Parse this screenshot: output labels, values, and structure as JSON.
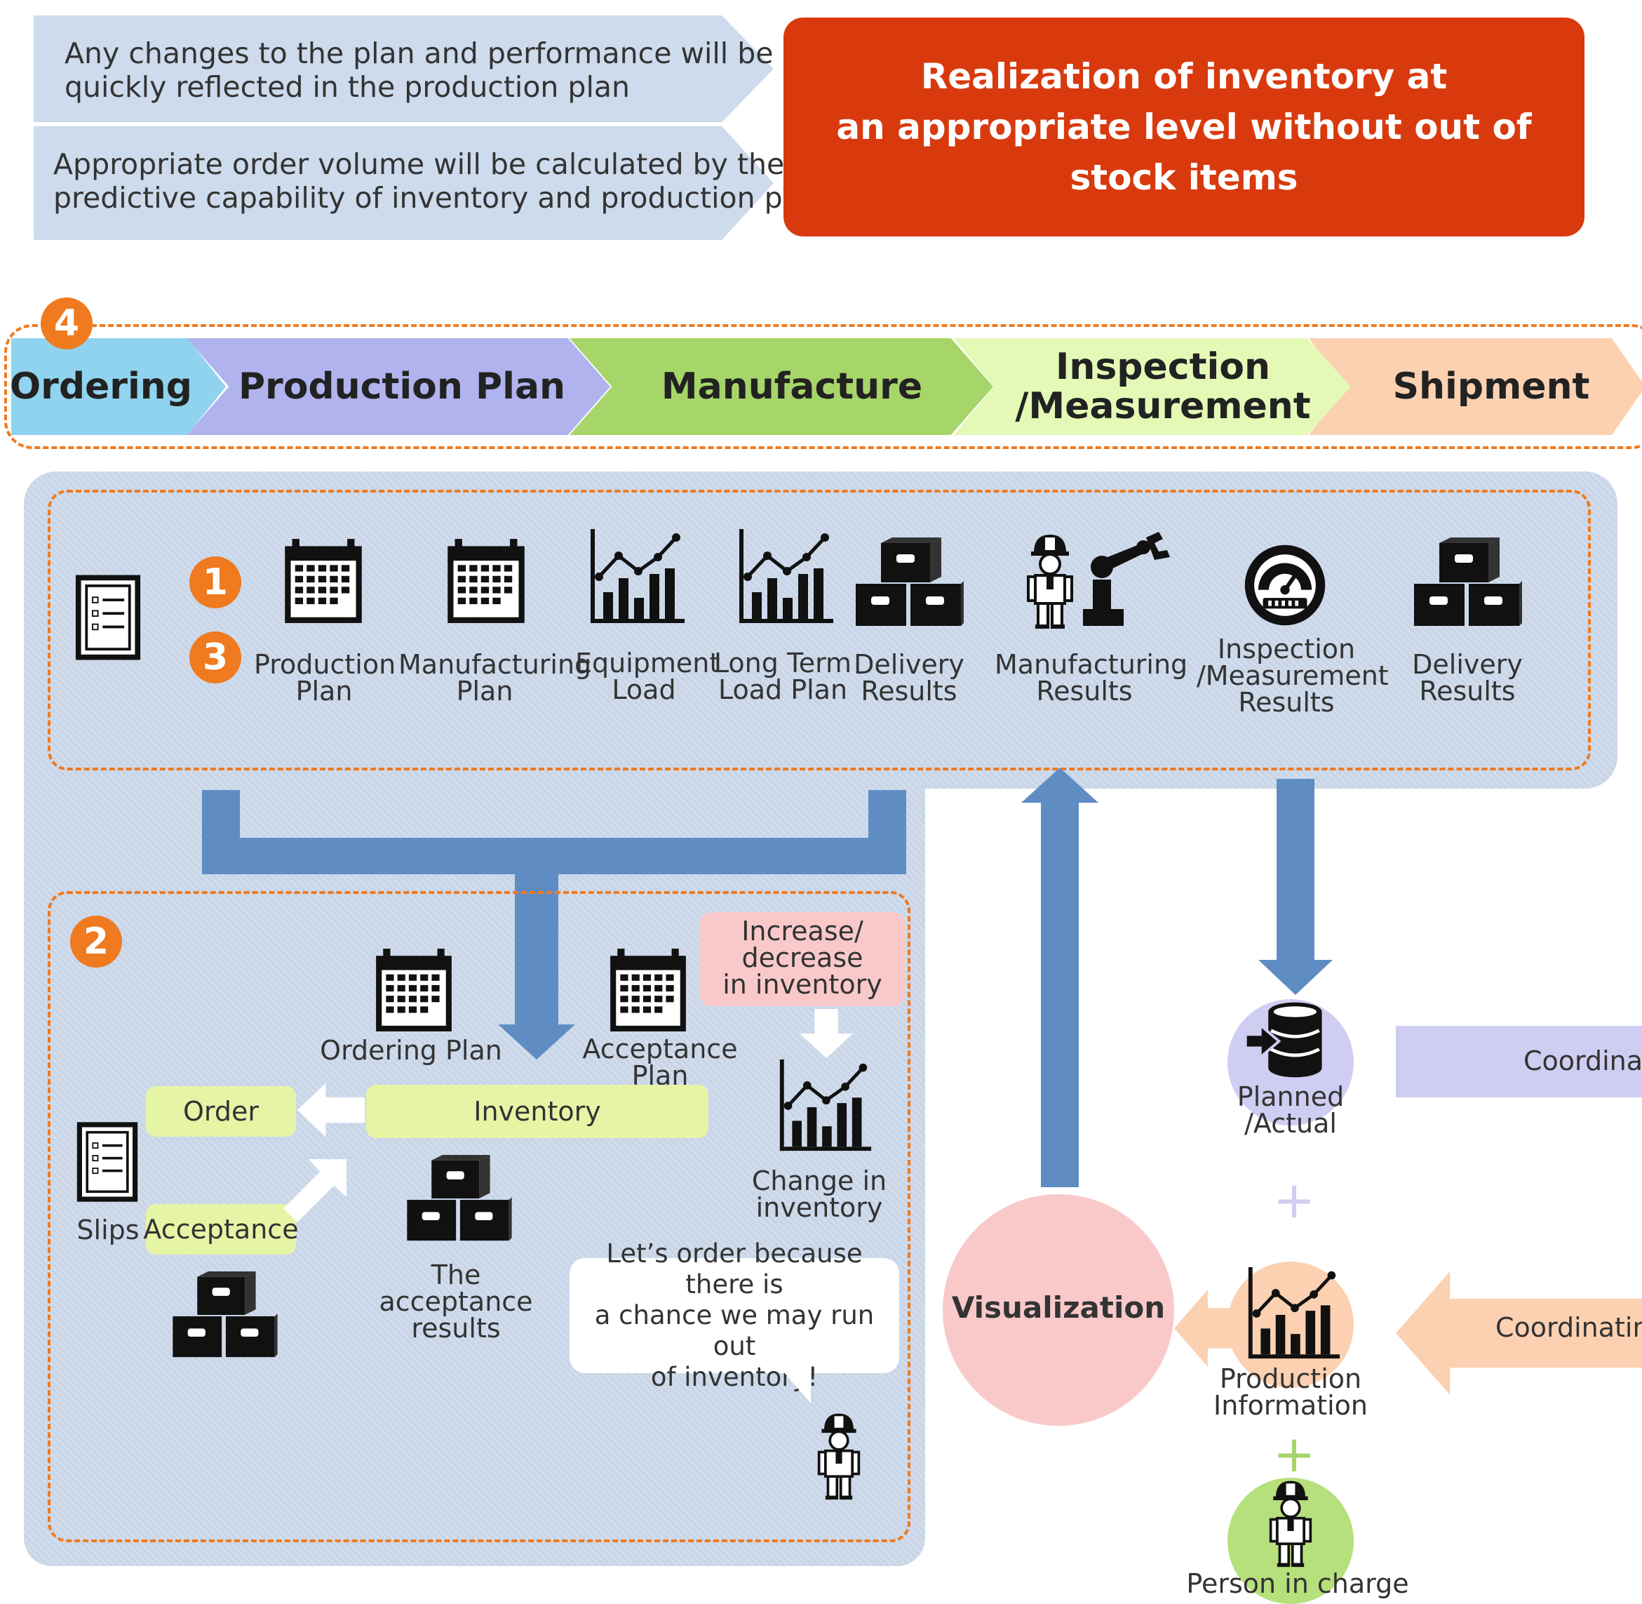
{
  "notes": [
    "Any changes to the plan and performance will be\nquickly reflected in the production plan",
    "Appropriate order volume will be calculated by the\npredictive capability of inventory and production plan"
  ],
  "goal": "Realization of inventory at\nan appropriate level without out of stock items",
  "process_badge": "4",
  "process_steps": [
    {
      "label": "Ordering",
      "color": "#8fd3ee"
    },
    {
      "label": "Production Plan",
      "color": "#b0b3ee"
    },
    {
      "label": "Manufacture",
      "color": "#a6d56a"
    },
    {
      "label": "Inspection\n/Measurement",
      "color": "#e4f9b6"
    },
    {
      "label": "Shipment",
      "color": "#fbd1b1"
    }
  ],
  "info_badges": [
    "1",
    "3"
  ],
  "info_items": [
    {
      "label": "Production\nPlan",
      "icon": "calendar-icon"
    },
    {
      "label": "Manufacturing\nPlan",
      "icon": "calendar-icon"
    },
    {
      "label": "Equipment\nLoad",
      "icon": "bar-chart-icon"
    },
    {
      "label": "Long Term\nLoad Plan",
      "icon": "bar-chart-icon"
    },
    {
      "label": "Delivery\nResults",
      "icon": "boxes-icon"
    },
    {
      "label": "Manufacturing\nResults",
      "icon": "worker-robot-icon"
    },
    {
      "label": "Inspection\n/Measurement\nResults",
      "icon": "gauge-icon"
    },
    {
      "label": "Delivery\nResults",
      "icon": "boxes-icon"
    }
  ],
  "inventory": {
    "badge": "2",
    "ordering_plan": "Ordering Plan",
    "acceptance_plan": "Acceptance Plan",
    "increase_decrease": "Increase/\ndecrease\nin inventory",
    "order": "Order",
    "inventory": "Inventory",
    "acceptance": "Acceptance",
    "slips": "Slips",
    "change_in_inventory": "Change in\ninventory",
    "acceptance_results": "The acceptance\nresults",
    "speech": "Let’s order because there is\na chance we may run out\nof inventory!"
  },
  "right": {
    "planned_actual": "Planned\n/Actual",
    "production_information": "Production\nInformation",
    "person_in_charge": "Person in charge",
    "visualization": "Visualization",
    "plus": "+",
    "coord_top": "Coordinat",
    "coord_bottom": "Coordinating"
  },
  "colors": {
    "orange": "#ef7a1f",
    "goal_red": "#d83a0e",
    "panel_blue": "#c9d6e8",
    "connector_blue": "#5f8cc3",
    "pill_green": "#e6f4a6",
    "pink": "#f9c9ca",
    "lavender": "#cfcdf1",
    "peach": "#fbd1b1",
    "green_circle": "#b6e07b"
  }
}
